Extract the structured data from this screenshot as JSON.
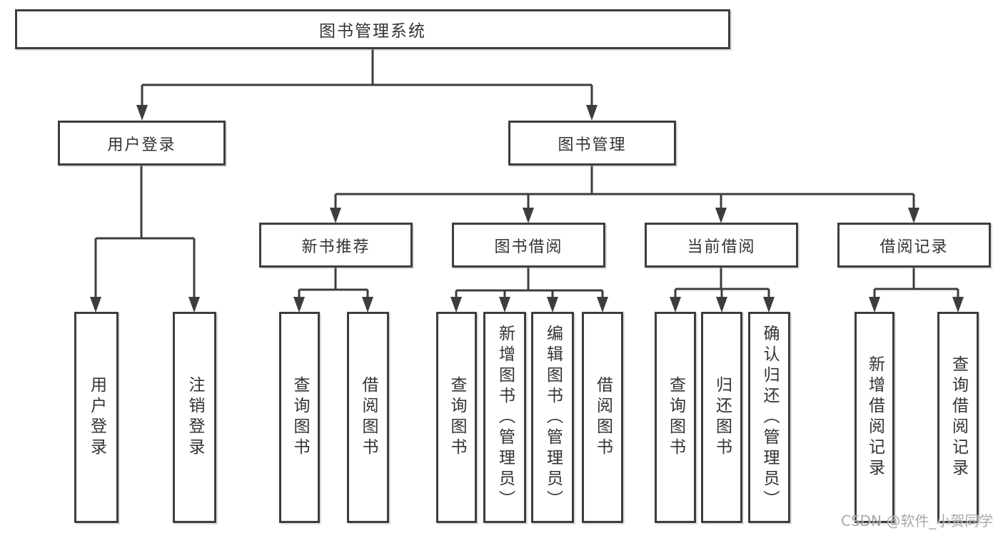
{
  "diagram": {
    "type": "hierarchy-tree",
    "colors": {
      "line": "#3d3d3d",
      "border": "#3d3d3d",
      "text": "#333333",
      "background": "#ffffff",
      "watermark": "#9e9e9e"
    },
    "nodes": {
      "root": "图书管理系统",
      "user_login": "用户登录",
      "book_mgmt": "图书管理",
      "new_book_rec": "新书推荐",
      "book_borrow": "图书借阅",
      "current_borrow": "当前借阅",
      "borrow_records": "借阅记录",
      "user_login_leaf": "用户登录",
      "logout_leaf": "注销登录",
      "query_books_1": "查询图书",
      "borrow_books_1": "借阅图书",
      "query_books_2": "查询图书",
      "add_books_admin": "新增图书（管理员）",
      "edit_books_admin": "编辑图书（管理员）",
      "borrow_books_2": "借阅图书",
      "query_books_3": "查询图书",
      "return_books": "归还图书",
      "confirm_return_admin": "确认归还（管理员）",
      "add_borrow_record": "新增借阅记录",
      "query_borrow_record": "查询借阅记录"
    },
    "edges": [
      [
        "root",
        "user_login"
      ],
      [
        "root",
        "book_mgmt"
      ],
      [
        "user_login",
        "user_login_leaf"
      ],
      [
        "user_login",
        "logout_leaf"
      ],
      [
        "book_mgmt",
        "new_book_rec"
      ],
      [
        "book_mgmt",
        "book_borrow"
      ],
      [
        "book_mgmt",
        "current_borrow"
      ],
      [
        "book_mgmt",
        "borrow_records"
      ],
      [
        "new_book_rec",
        "query_books_1"
      ],
      [
        "new_book_rec",
        "borrow_books_1"
      ],
      [
        "book_borrow",
        "query_books_2"
      ],
      [
        "book_borrow",
        "add_books_admin"
      ],
      [
        "book_borrow",
        "edit_books_admin"
      ],
      [
        "book_borrow",
        "borrow_books_2"
      ],
      [
        "current_borrow",
        "query_books_3"
      ],
      [
        "current_borrow",
        "return_books"
      ],
      [
        "current_borrow",
        "confirm_return_admin"
      ],
      [
        "borrow_records",
        "add_borrow_record"
      ],
      [
        "borrow_records",
        "query_borrow_record"
      ]
    ],
    "watermark": "CSDN @软件_小贺同学"
  }
}
